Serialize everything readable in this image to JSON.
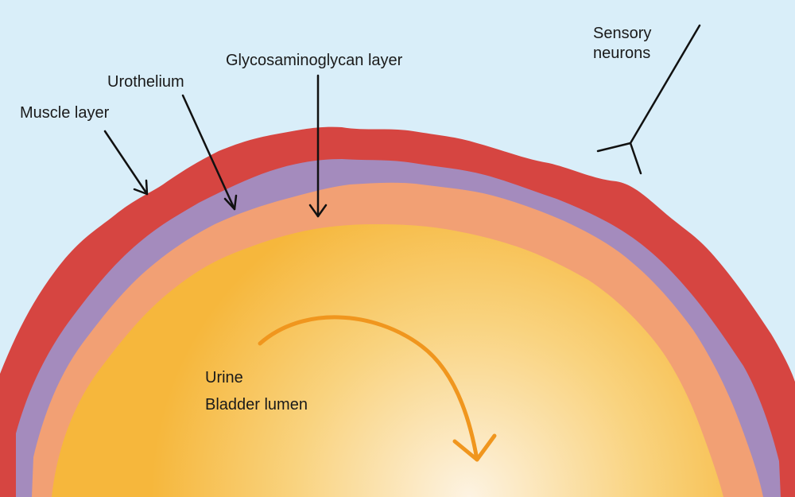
{
  "labels": {
    "muscle_layer": "Muscle layer",
    "urothelium": "Urothelium",
    "gag_layer": "Glycosaminoglycan layer",
    "sensory_line1": "Sensory",
    "sensory_line2": "neurons",
    "urine": "Urine",
    "lumen": "Bladder lumen"
  },
  "colors": {
    "background": "#d9eef9",
    "muscle": "#d64541",
    "urothelium": "#a48bbd",
    "gag": "#f2a074",
    "lumen_outer": "#f6b73c",
    "lumen_inner": "#fdf3e2",
    "flow_arrow": "#f0961e"
  }
}
